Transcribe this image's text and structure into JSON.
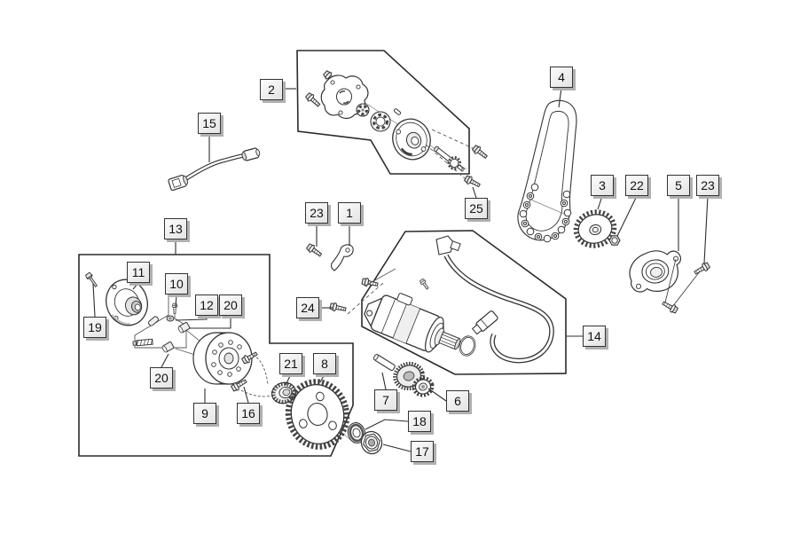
{
  "diagram_type": "exploded-parts-diagram",
  "colors": {
    "background": "#ffffff",
    "line": "#2e2e2e",
    "callout_bg": "#ececec",
    "callout_shadow": "#b0b0b0",
    "part_shade": "#e0e0e0"
  },
  "callouts": [
    {
      "number": "2"
    },
    {
      "number": "15"
    },
    {
      "number": "13"
    },
    {
      "number": "4"
    },
    {
      "number": "25"
    },
    {
      "number": "23"
    },
    {
      "number": "1"
    },
    {
      "number": "3"
    },
    {
      "number": "22"
    },
    {
      "number": "5"
    },
    {
      "number": "23"
    },
    {
      "number": "24"
    },
    {
      "number": "14"
    },
    {
      "number": "11"
    },
    {
      "number": "19"
    },
    {
      "number": "10"
    },
    {
      "number": "12"
    },
    {
      "number": "20"
    },
    {
      "number": "20"
    },
    {
      "number": "9"
    },
    {
      "number": "16"
    },
    {
      "number": "21"
    },
    {
      "number": "8"
    },
    {
      "number": "7"
    },
    {
      "number": "6"
    },
    {
      "number": "18"
    },
    {
      "number": "17"
    }
  ]
}
